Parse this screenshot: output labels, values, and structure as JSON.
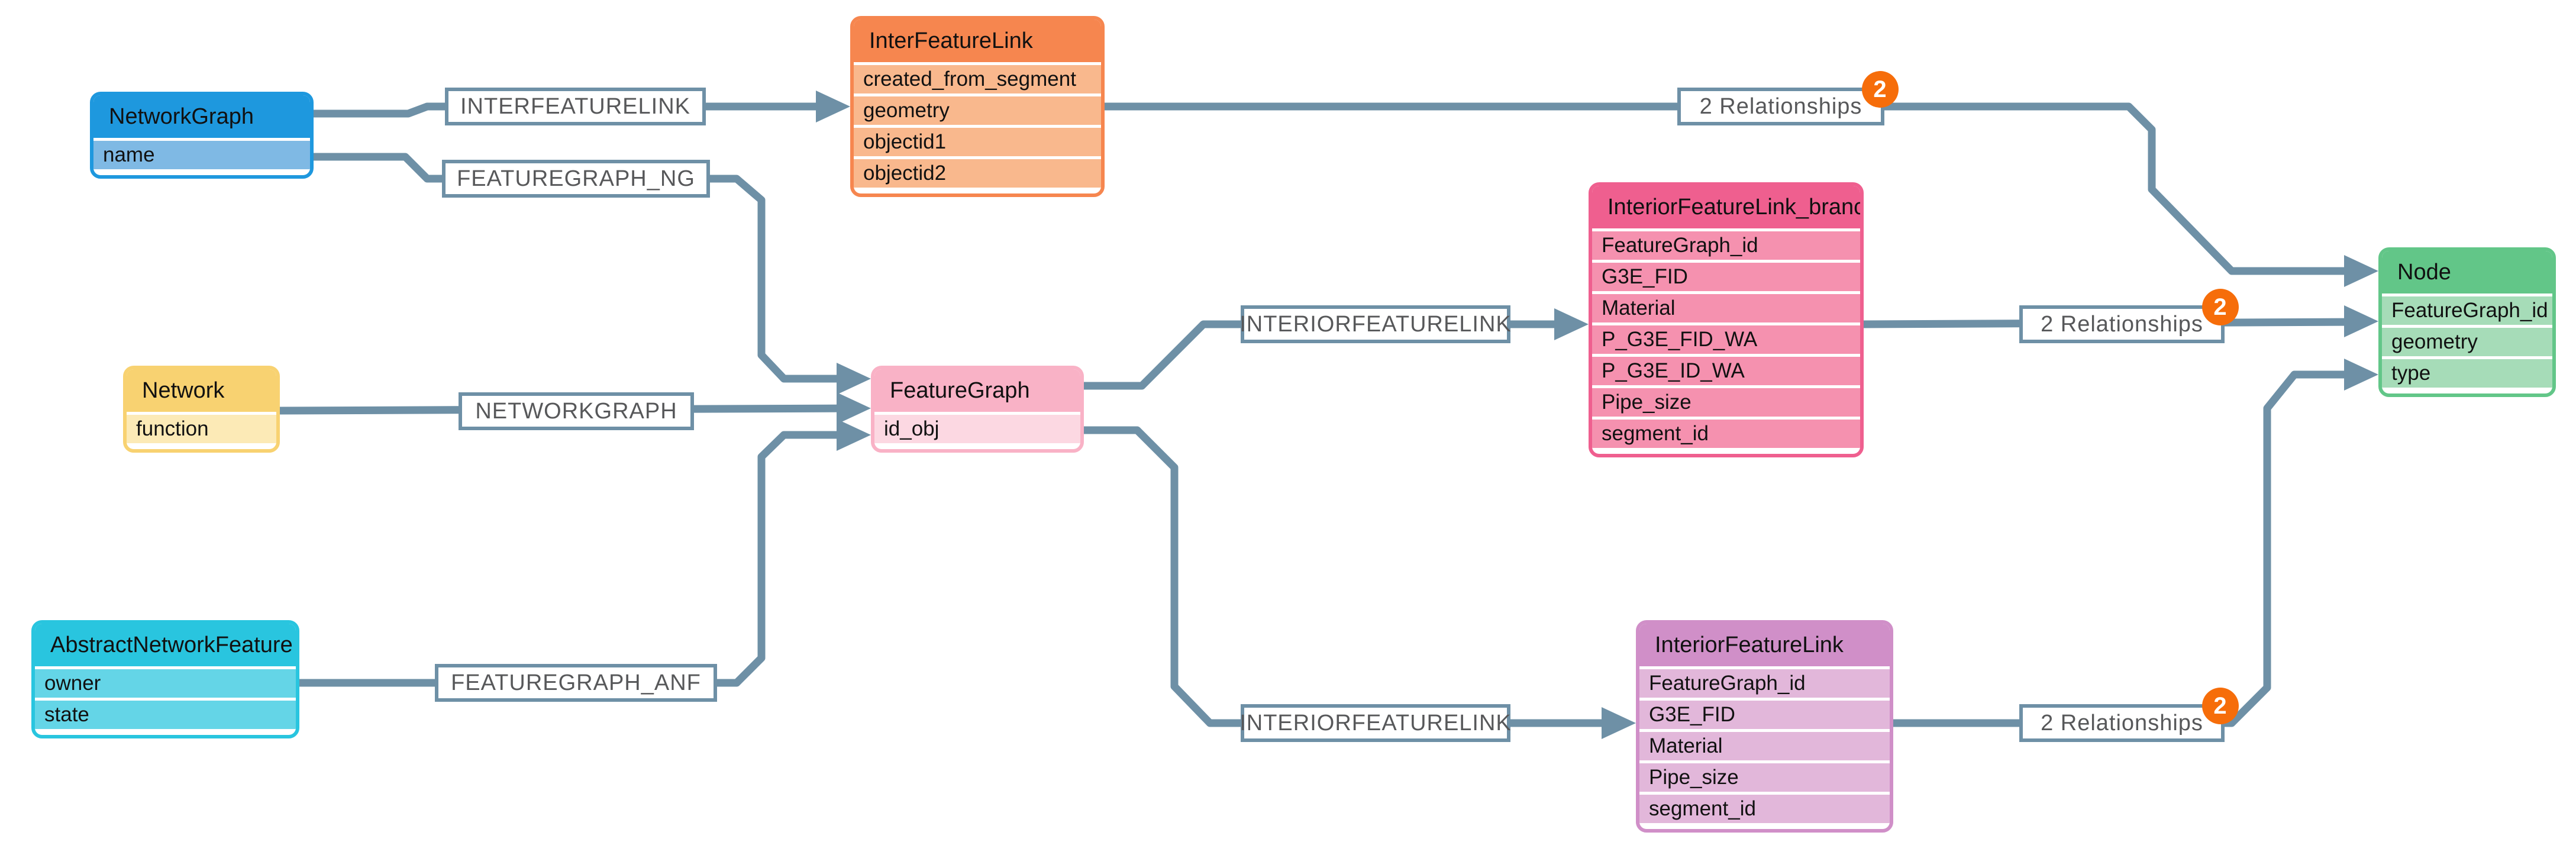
{
  "diagram": {
    "edge_color": "#6e90a6",
    "badge_color": "#f66d0a",
    "label_text_color": "#57585a"
  },
  "entities": [
    {
      "name": "NetworkGraph",
      "fields": [
        "name"
      ],
      "header_color": "#1e98de",
      "row_color": "#7fb9e4"
    },
    {
      "name": "Network",
      "fields": [
        "function"
      ],
      "header_color": "#f8d271",
      "row_color": "#fceab6"
    },
    {
      "name": "AbstractNetworkFeature",
      "fields": [
        "owner",
        "state"
      ],
      "header_color": "#29c5df",
      "row_color": "#64d5e7"
    },
    {
      "name": "InterFeatureLink",
      "fields": [
        "created_from_segment",
        "geometry",
        "objectid1",
        "objectid2"
      ],
      "header_color": "#f6864f",
      "row_color": "#f9b88d"
    },
    {
      "name": "FeatureGraph",
      "fields": [
        "id_obj"
      ],
      "header_color": "#f9b2c6",
      "row_color": "#fcd8e2"
    },
    {
      "name": "InteriorFeatureLink_branch",
      "fields": [
        "FeatureGraph_id",
        "G3E_FID",
        "Material",
        "P_G3E_FID_WA",
        "P_G3E_ID_WA",
        "Pipe_size",
        "segment_id"
      ],
      "header_color": "#ef5f8f",
      "row_color": "#f591af"
    },
    {
      "name": "InteriorFeatureLink",
      "fields": [
        "FeatureGraph_id",
        "G3E_FID",
        "Material",
        "Pipe_size",
        "segment_id"
      ],
      "header_color": "#d08fc8",
      "row_color": "#e2b7da"
    },
    {
      "name": "Node",
      "fields": [
        "FeatureGraph_id",
        "geometry",
        "type"
      ],
      "header_color": "#62c688",
      "row_color": "#a6dcb8"
    }
  ],
  "edge_labels": [
    {
      "text": "INTERFEATURELINK"
    },
    {
      "text": "FEATUREGRAPH_NG"
    },
    {
      "text": "NETWORKGRAPH"
    },
    {
      "text": "FEATUREGRAPH_ANF"
    },
    {
      "text": "INTERIORFEATURELINK"
    },
    {
      "text": "INTERIORFEATURELINK"
    }
  ],
  "relationship_labels": [
    {
      "text": "2 Relationships",
      "badge": "2"
    },
    {
      "text": "2 Relationships",
      "badge": "2"
    },
    {
      "text": "2 Relationships",
      "badge": "2"
    }
  ]
}
